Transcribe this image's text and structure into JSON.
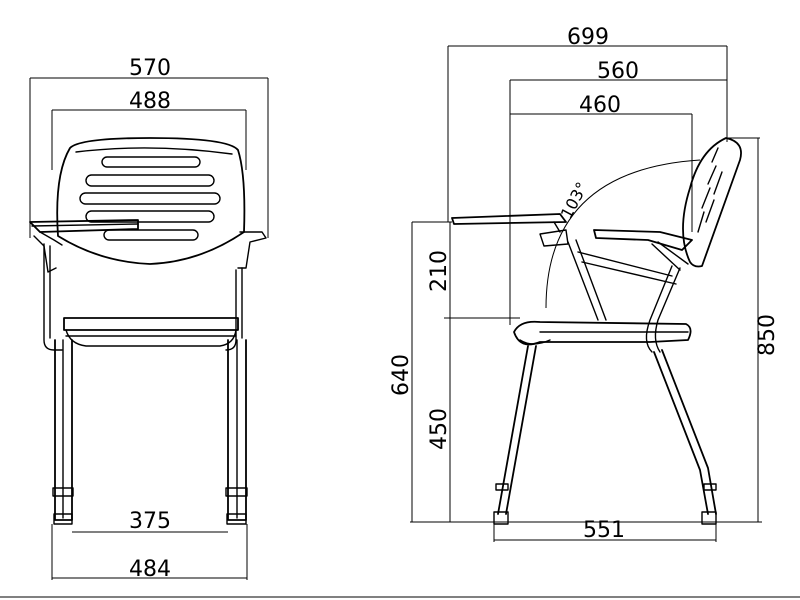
{
  "front_view": {
    "overall_width": "570",
    "back_width": "488",
    "inner_leg_span": "375",
    "base_width": "484"
  },
  "side_view": {
    "overall_depth": "699",
    "tablet_depth": "560",
    "seat_depth": "460",
    "back_angle": "103°",
    "tablet_above_seat": "210",
    "tablet_height": "640",
    "seat_height": "450",
    "overall_height": "850",
    "leg_span": "551"
  }
}
